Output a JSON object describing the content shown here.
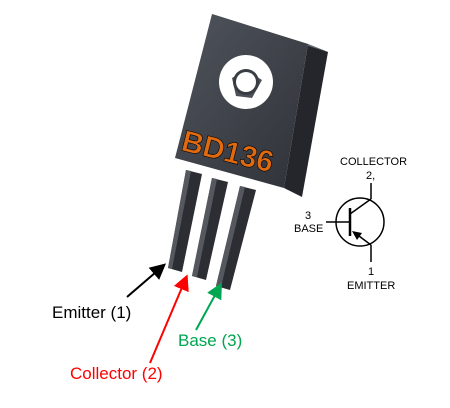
{
  "component": {
    "marking": "BD136",
    "marking_color": "#e06a10",
    "body_color": "#3a3d44",
    "lead_color": "#2c2e33"
  },
  "pin_labels": [
    {
      "text": "Emitter (1)",
      "color": "#000000"
    },
    {
      "text": "Collector (2)",
      "color": "#ff0000"
    },
    {
      "text": "Base (3)",
      "color": "#00a651"
    }
  ],
  "symbol": {
    "collector_label": "COLLECTOR",
    "collector_pin": "2,",
    "base_pin": "3",
    "base_label": "BASE",
    "emitter_pin": "1",
    "emitter_label": "EMITTER"
  }
}
